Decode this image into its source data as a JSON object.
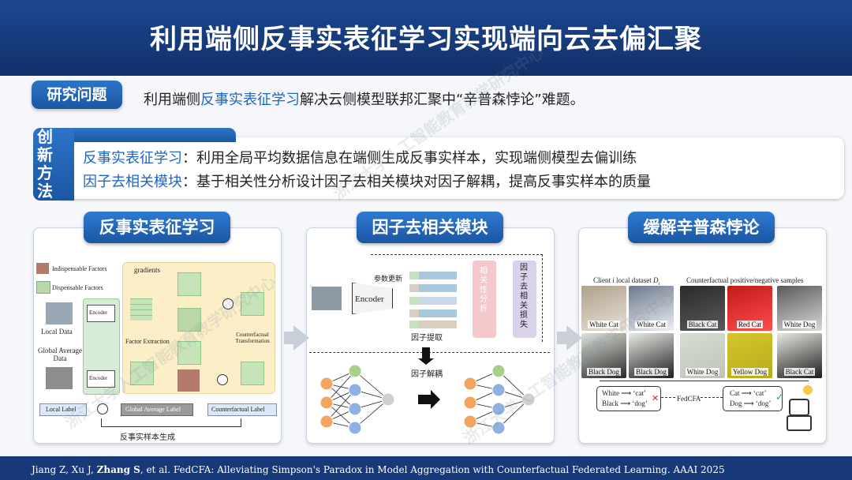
{
  "title": "利用端侧反事实表征学习实现端向云去偏汇聚",
  "question": {
    "label": "研究问题",
    "text_prefix": "利用端侧",
    "text_highlight": "反事实表征学习",
    "text_suffix": "解决云侧模型联邦汇聚中“辛普森悖论”难题。"
  },
  "innovation": {
    "label": "创新方法",
    "lines": [
      {
        "key": "反事实表征学习",
        "text": "：利用全局平均数据信息在端侧生成反事实样本，实现端侧模型去偏训练"
      },
      {
        "key": "因子去相关模块",
        "text": "：基于相关性分析设计因子去相关模块对因子解耦，提高反事实样本的质量"
      }
    ]
  },
  "panels": {
    "p1": {
      "title": "反事实表征学习",
      "legend_indispensable": "Indispensable Factors",
      "legend_dispensable": "Dispensable Factors",
      "gradients": "gradients",
      "local_data": "Local Data",
      "global_avg_data": "Global Average Data",
      "encoder": "Encoder",
      "factor_extraction": "Factor Extraction",
      "cf_transformation": "Counterfactual Transformation",
      "local_label": "Local Label",
      "global_label": "Global Average Label",
      "cf_label": "Counterfactual Label",
      "caption": "反事实样本生成"
    },
    "p2": {
      "title": "因子去相关模块",
      "param_update": "参数更新",
      "encoder": "Encoder",
      "factor_extract": "因子提取",
      "corr_analysis": "相关性分析",
      "decorr": "因子去相关损失",
      "factor_decouple": "因子解耦"
    },
    "p3": {
      "title": "缓解辛普森悖论",
      "client_label_prefix": "Client ",
      "client_label_i": "i",
      "client_label_suffix": " local dataset ",
      "client_label_d": "D",
      "client_label_sub": "i",
      "cf_samples": "Counterfactual positive/negative samples",
      "cells": [
        "White Cat",
        "White Cat",
        "Black Cat",
        "Red Cat",
        "White Dog",
        "Black Dog",
        "Black Dog",
        "White Dog",
        "Yellow Dog",
        "Black Cat"
      ],
      "map_left": [
        [
          "White",
          "‘cat’"
        ],
        [
          "Black",
          "‘dog’"
        ]
      ],
      "fedcfa": "FedCFA",
      "map_right": [
        [
          "Cat",
          "‘cat’"
        ],
        [
          "Dog",
          "‘dog’"
        ]
      ]
    }
  },
  "footer": {
    "pre": "Jiang Z, Xu J, ",
    "bold": "Zhang S",
    "post": ", et al. FedCFA: Alleviating Simpson's Paradox in Model Aggregation with Counterfactual Federated Learning. AAAI 2025"
  },
  "colors": {
    "header": "#17397a",
    "accent_blue": "#1e65c4",
    "pill": "#1b56a3"
  }
}
